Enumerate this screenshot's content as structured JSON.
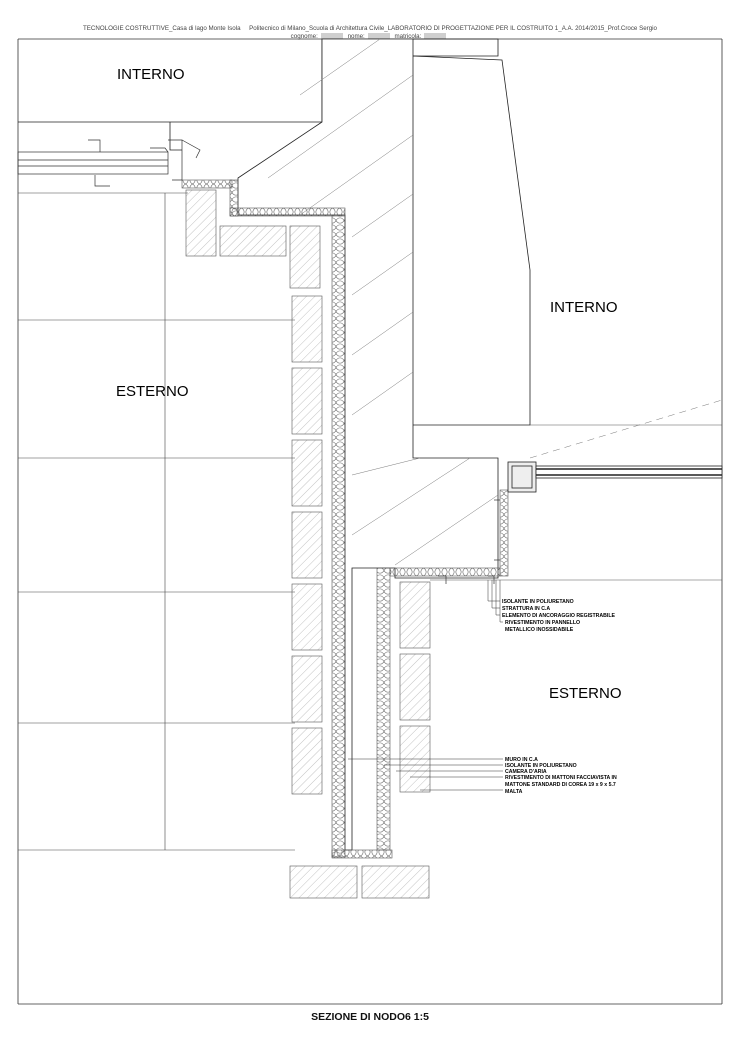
{
  "header": {
    "course": "TECNOLOGIE COSTRUTTIVE_Casa di lago Monte Isola",
    "school": "Politecnico di Milano_Scuola di Architettura Civile_LABORATORIO DI PROGETTAZIONE PER IL COSTRUITO 1_A.A. 2014/2015_Prof.Croce Sergio",
    "surname_label": "cognome:",
    "name_label": "nome:",
    "matricola_label": "matricola:"
  },
  "labels": {
    "interno_top": "INTERNO",
    "interno_right": "INTERNO",
    "esterno_left": "ESTERNO",
    "esterno_right": "ESTERNO"
  },
  "callouts_upper": [
    "ISOLANTE IN POLIURETANO",
    "STRATTURA IN C.A",
    "ELEMENTO DI ANCORAGGIO REGISTRABILE",
    "RIVESTIMENTO IN PANNELLO",
    "METALLICO INOSSIDABILE"
  ],
  "callouts_lower": [
    "MURO IN C.A",
    "ISOLANTE IN POLIURETANO",
    "CAMERA D'ARIA",
    "RIVESTIMENTO DI MATTONI FACCIAVISTA IN",
    "MATTONE STANDARD DI COREA 19 x 9 x 5.7",
    "MALTA"
  ],
  "caption": "SEZIONE DI NODO6  1:5"
}
